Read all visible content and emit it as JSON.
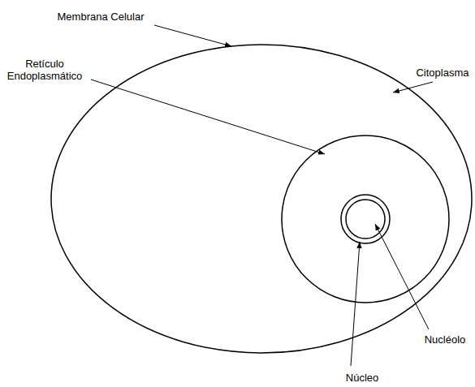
{
  "diagram": {
    "labels": [
      "Membrana Celular",
      "Citoplasma",
      "Retículo Endoplasmático",
      "Núcleo",
      "Nucléolo"
    ]
  }
}
